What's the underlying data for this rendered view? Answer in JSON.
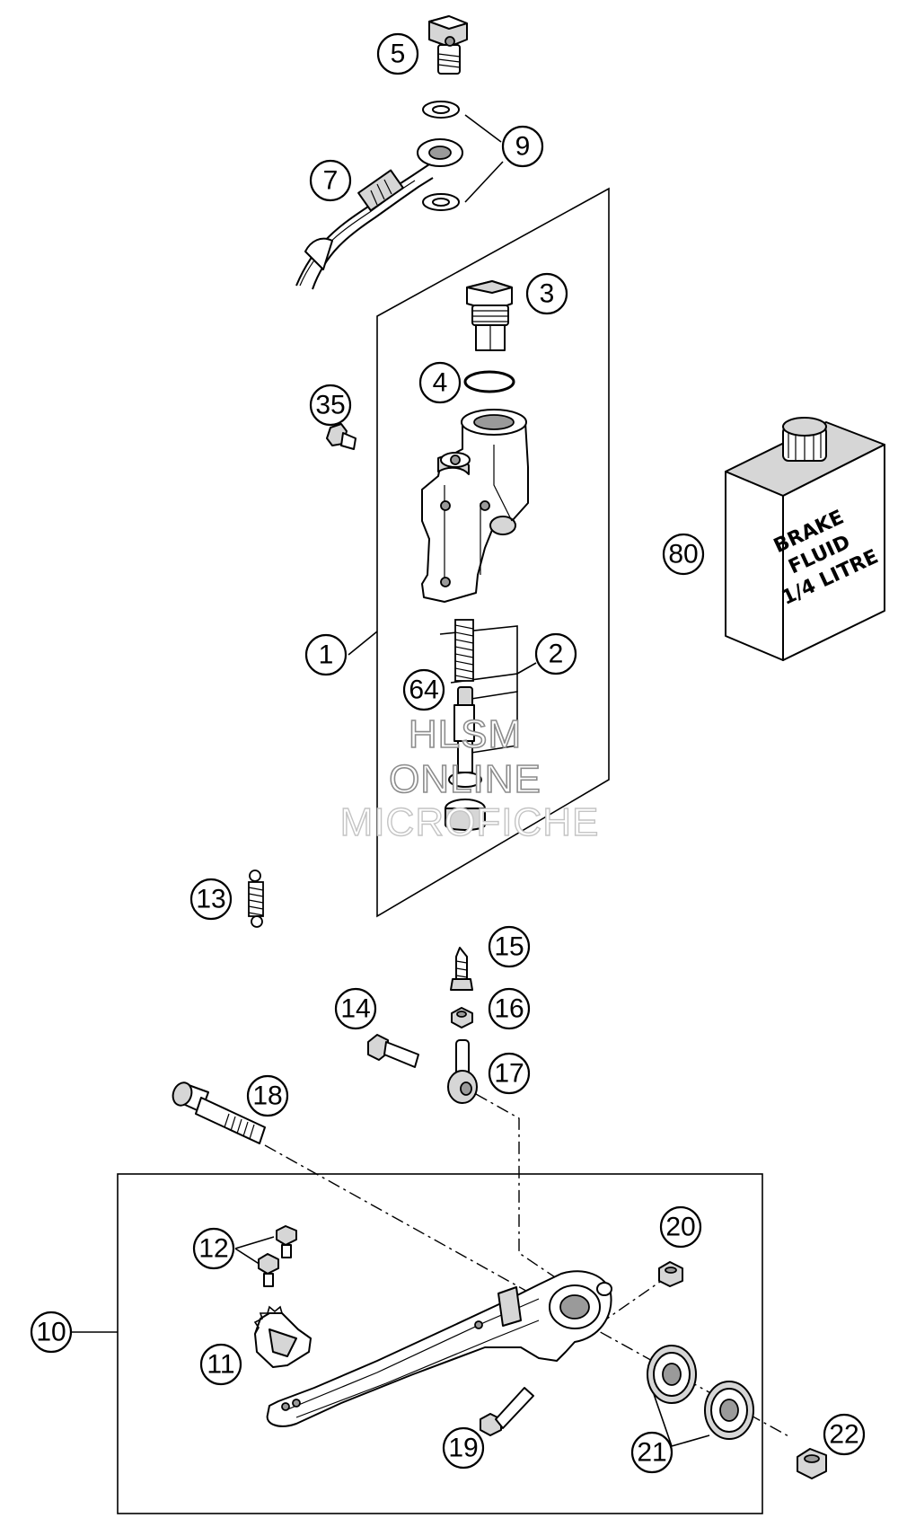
{
  "labels": {
    "n1": "1",
    "n2": "2",
    "n3": "3",
    "n4": "4",
    "n5": "5",
    "n7": "7",
    "n9": "9",
    "n10": "10",
    "n11": "11",
    "n12": "12",
    "n13": "13",
    "n14": "14",
    "n15": "15",
    "n16": "16",
    "n17": "17",
    "n18": "18",
    "n19": "19",
    "n20": "20",
    "n21": "21",
    "n22": "22",
    "n35": "35",
    "n64": "64",
    "n80": "80"
  },
  "bottle": {
    "line1": "BRAKE",
    "line2": "FLUID",
    "line3": "1/4 LITRE"
  },
  "watermark": {
    "line1": "HLSM",
    "line2": "ONLINE",
    "line3": "MICROFICHE"
  }
}
